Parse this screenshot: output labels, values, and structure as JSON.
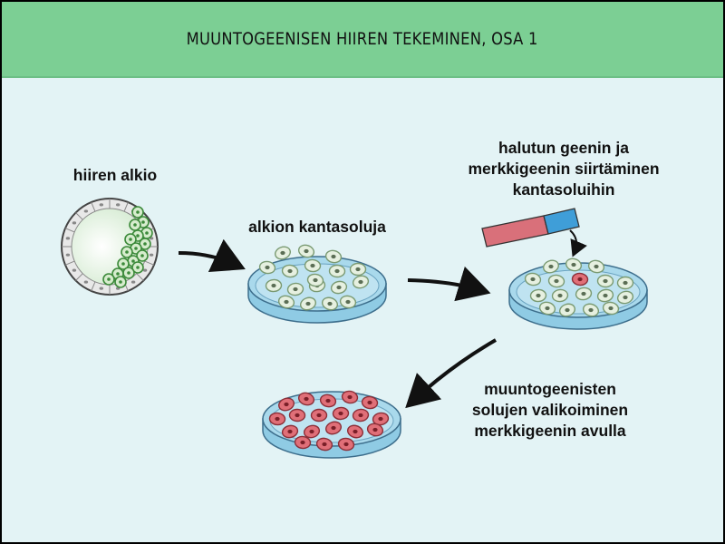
{
  "title": "MUUNTOGEENISEN HIIREN TEKEMINEN, OSA 1",
  "labels": {
    "embryo": "hiiren alkio",
    "stem_cells": "alkion kantasoluja",
    "transfer_line1": "halutun geenin ja",
    "transfer_line2": "merkkigeenin siirtäminen",
    "transfer_line3": "kantasoluihin",
    "select_line1": "muuntogeenisten",
    "select_line2": "solujen valikoiminen",
    "select_line3": "merkkigeenin avulla"
  },
  "colors": {
    "header": "#7ccf94",
    "background": "#e3f3f5",
    "dish": "#a9d9ec",
    "stem_cell": "#e6f0e0",
    "stem_cell_outline": "#7a9a72",
    "transgenic_cell": "#e06f78",
    "gene_red": "#d9707a",
    "gene_blue": "#3f9ed8"
  }
}
